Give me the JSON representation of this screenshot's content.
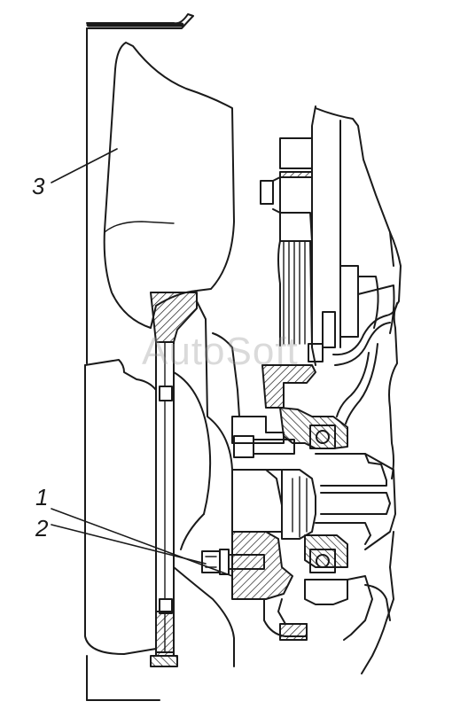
{
  "callouts": [
    {
      "id": "3",
      "text": "3",
      "part": "fan"
    },
    {
      "id": "1",
      "text": "1",
      "part": "fan-hub-bolt"
    },
    {
      "id": "2",
      "text": "2",
      "part": "washer"
    }
  ],
  "watermark": "AutoSoft",
  "colors": {
    "line": "#1a1a1a",
    "hatch": "#1a1a1a",
    "background": "#ffffff",
    "watermark": "#969696"
  }
}
